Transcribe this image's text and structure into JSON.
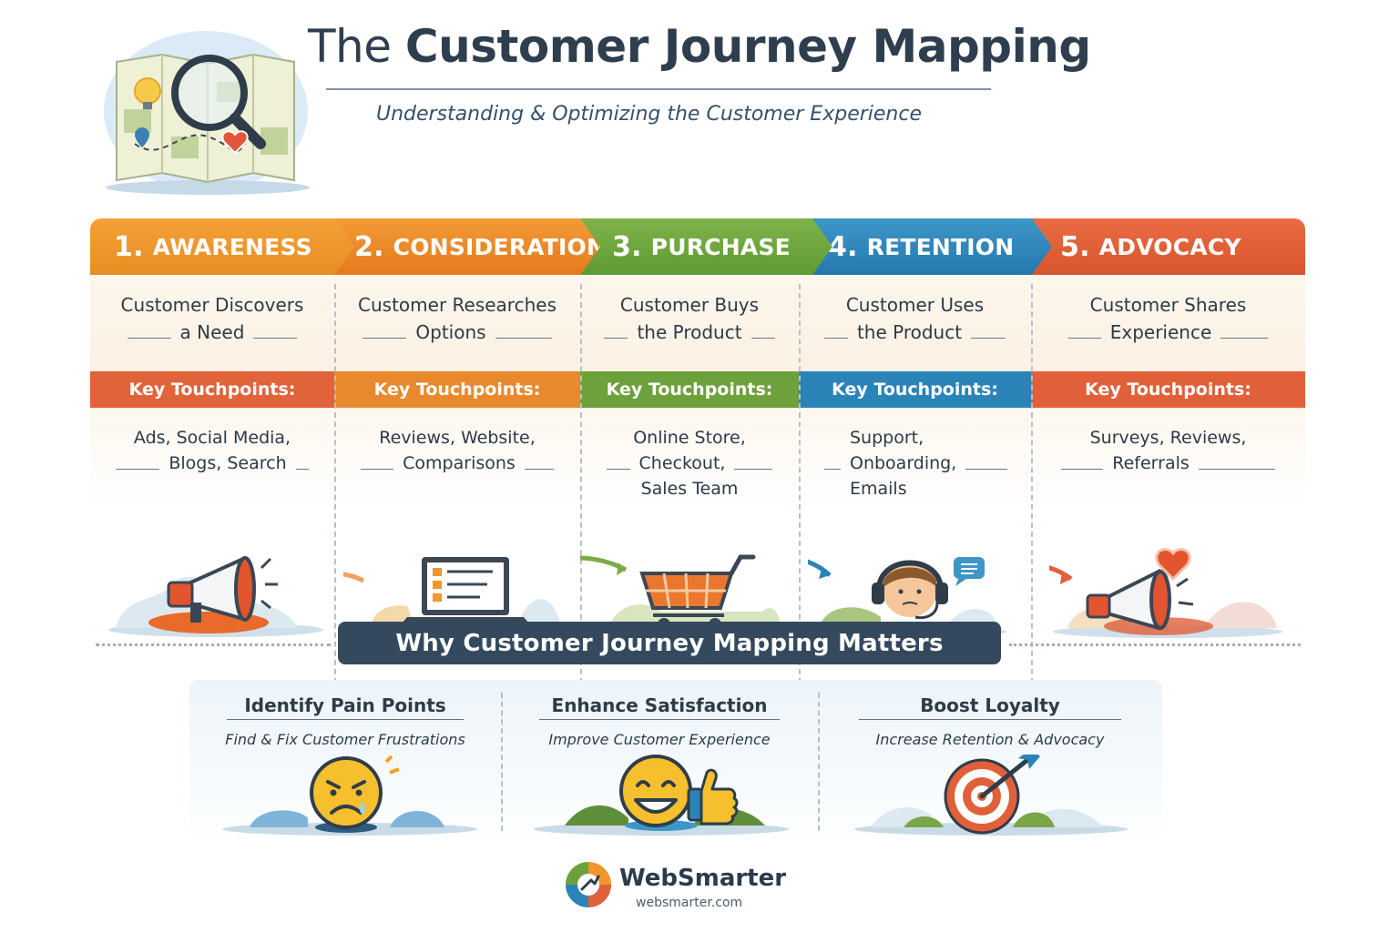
{
  "header": {
    "title_light": "The",
    "title_bold": "Customer Journey Mapping",
    "subtitle": "Understanding & Optimizing the Customer Experience"
  },
  "stages": [
    {
      "num": "1.",
      "name": "AWARENESS",
      "desc_1": "Customer Discovers",
      "desc_2": "a Need",
      "tp_label": "Key Touchpoints:",
      "tp_lines": [
        "Ads, Social Media,",
        "Blogs, Search"
      ],
      "icon": "megaphone-icon",
      "color": "#f0962f"
    },
    {
      "num": "2.",
      "name": "CONSIDERATION",
      "desc_1": "Customer Researches",
      "desc_2": "Options",
      "tp_label": "Key Touchpoints:",
      "tp_lines": [
        "Reviews, Website,",
        "Comparisons"
      ],
      "icon": "laptop-checklist-icon",
      "color": "#e9892d"
    },
    {
      "num": "3.",
      "name": "PURCHASE",
      "desc_1": "Customer Buys",
      "desc_2": "the Product",
      "tp_label": "Key Touchpoints:",
      "tp_lines": [
        "Online Store,",
        "Checkout,",
        "Sales Team"
      ],
      "icon": "shopping-cart-icon",
      "color": "#6ea03c"
    },
    {
      "num": "4.",
      "name": "RETENTION",
      "desc_1": "Customer Uses",
      "desc_2": "the Product",
      "tp_label": "Key Touchpoints:",
      "tp_lines": [
        "Support,",
        "Onboarding,",
        "Emails"
      ],
      "icon": "support-agent-icon",
      "color": "#2b84b7"
    },
    {
      "num": "5.",
      "name": "ADVOCACY",
      "desc_1": "Customer Shares",
      "desc_2": "Experience",
      "tp_label": "Key Touchpoints:",
      "tp_lines": [
        "Surveys, Reviews,",
        "Referrals"
      ],
      "icon": "megaphone-heart-icon",
      "color": "#e0603a"
    }
  ],
  "why": {
    "banner": "Why Customer Journey Mapping Matters",
    "benefits": [
      {
        "title": "Identify Pain Points",
        "sub": "Find & Fix Customer Frustrations",
        "icon": "sad-face-icon"
      },
      {
        "title": "Enhance Satisfaction",
        "sub": "Improve Customer Experience",
        "icon": "happy-face-thumbs-up-icon"
      },
      {
        "title": "Boost Loyalty",
        "sub": "Increase Retention & Advocacy",
        "icon": "target-arrow-icon"
      }
    ]
  },
  "footer": {
    "brand": "WebSmarter",
    "url": "websmarter.com"
  },
  "colors": {
    "awareness": "#f0962f",
    "consideration": "#e9892d",
    "purchase": "#6ea03c",
    "retention": "#2b84b7",
    "advocacy": "#e0603a",
    "navy": "#34495d"
  }
}
